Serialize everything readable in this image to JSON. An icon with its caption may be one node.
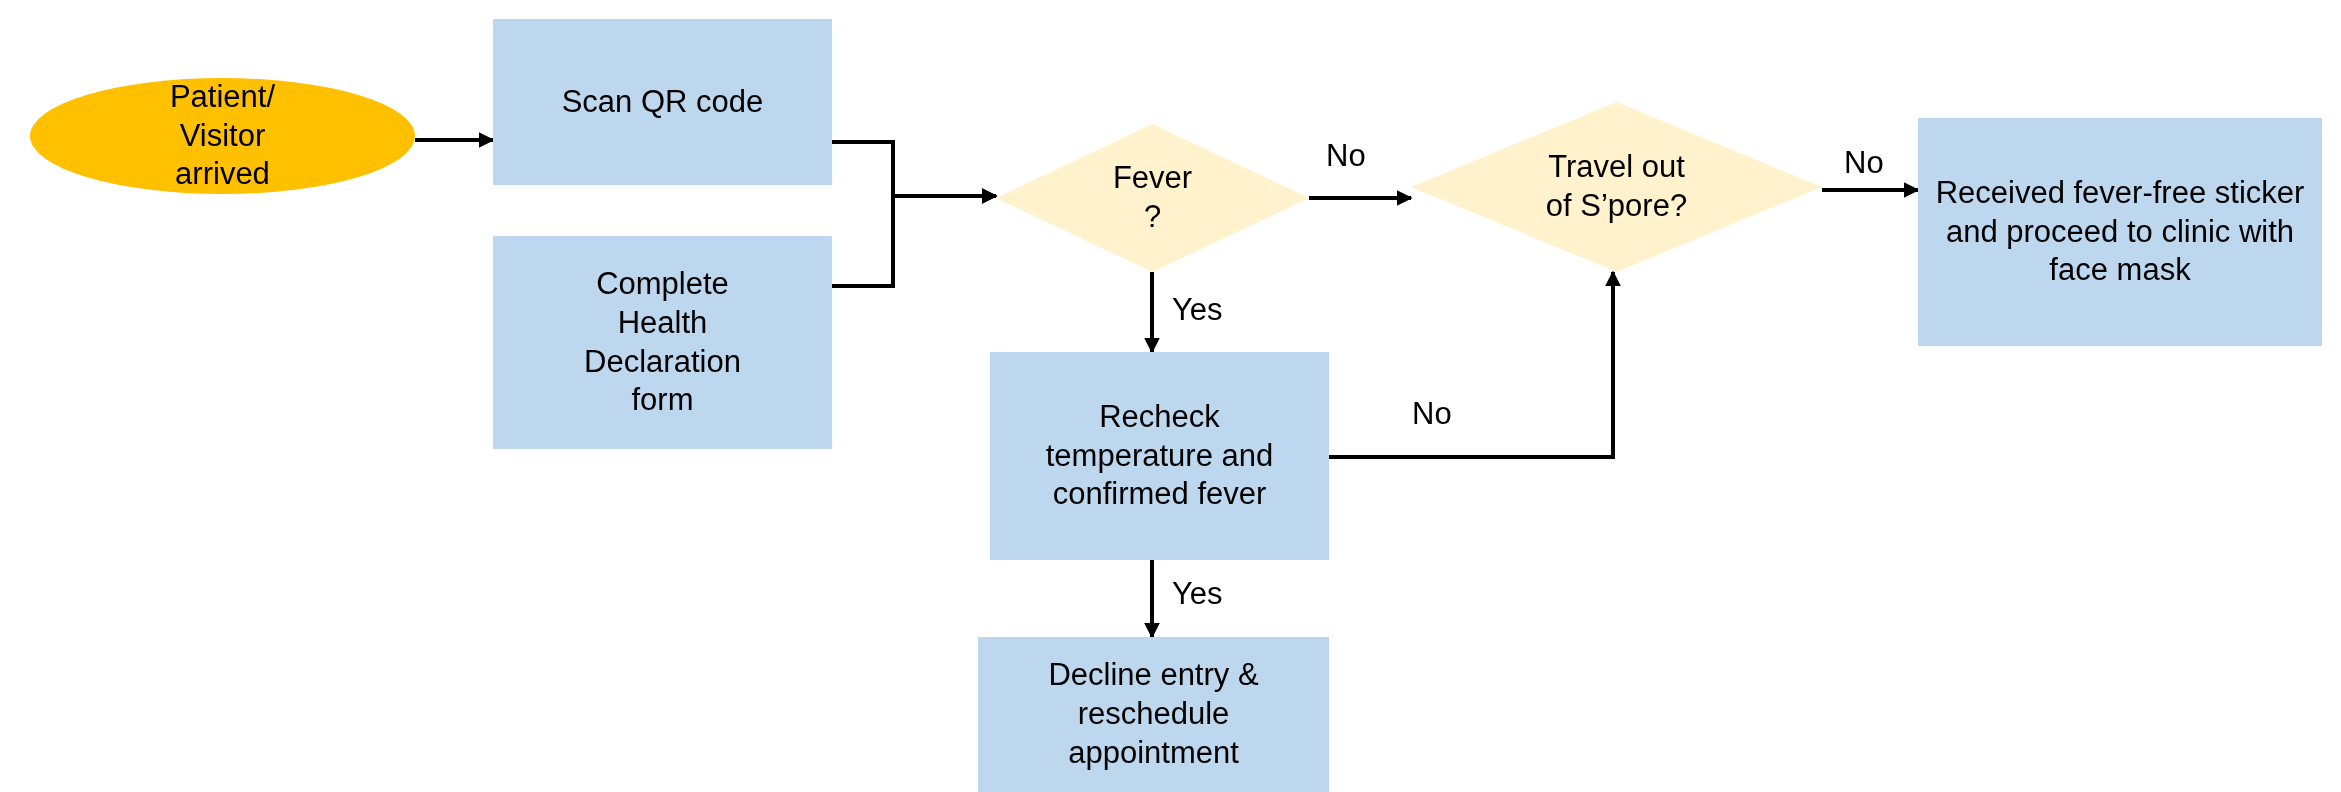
{
  "diagram": {
    "nodes": [
      {
        "text": [
          "Patient/ Visitor arrived"
        ]
      },
      {
        "text": [
          "Scan QR code"
        ]
      },
      {
        "text": [
          "Complete Health Declaration form"
        ]
      },
      {
        "text": [
          "Fever ?"
        ]
      },
      {
        "text": [
          "Travel out of S’pore?"
        ]
      },
      {
        "text": [
          "Received fever-free sticker and proceed to clinic with face mask"
        ]
      },
      {
        "text": [
          "Recheck temperature and confirmed fever"
        ]
      },
      {
        "text": [
          "Decline entry & reschedule appointment"
        ]
      }
    ],
    "edges": [
      {
        "from": 0,
        "to": 1,
        "arrow": "to"
      },
      {
        "from": 1,
        "to": 3,
        "arrow": "to"
      },
      {
        "from": 2,
        "to": 3,
        "arrow": "to"
      },
      {
        "from": 3,
        "to": 4,
        "arrow": "to",
        "label": "No"
      },
      {
        "from": 4,
        "to": 5,
        "arrow": "to",
        "label": "No"
      },
      {
        "from": 3,
        "to": 6,
        "arrow": "to",
        "label": "Yes"
      },
      {
        "from": 6,
        "to": 4,
        "arrow": "to",
        "label": "No"
      },
      {
        "from": 6,
        "to": 7,
        "arrow": "to",
        "label": "Yes"
      }
    ]
  }
}
